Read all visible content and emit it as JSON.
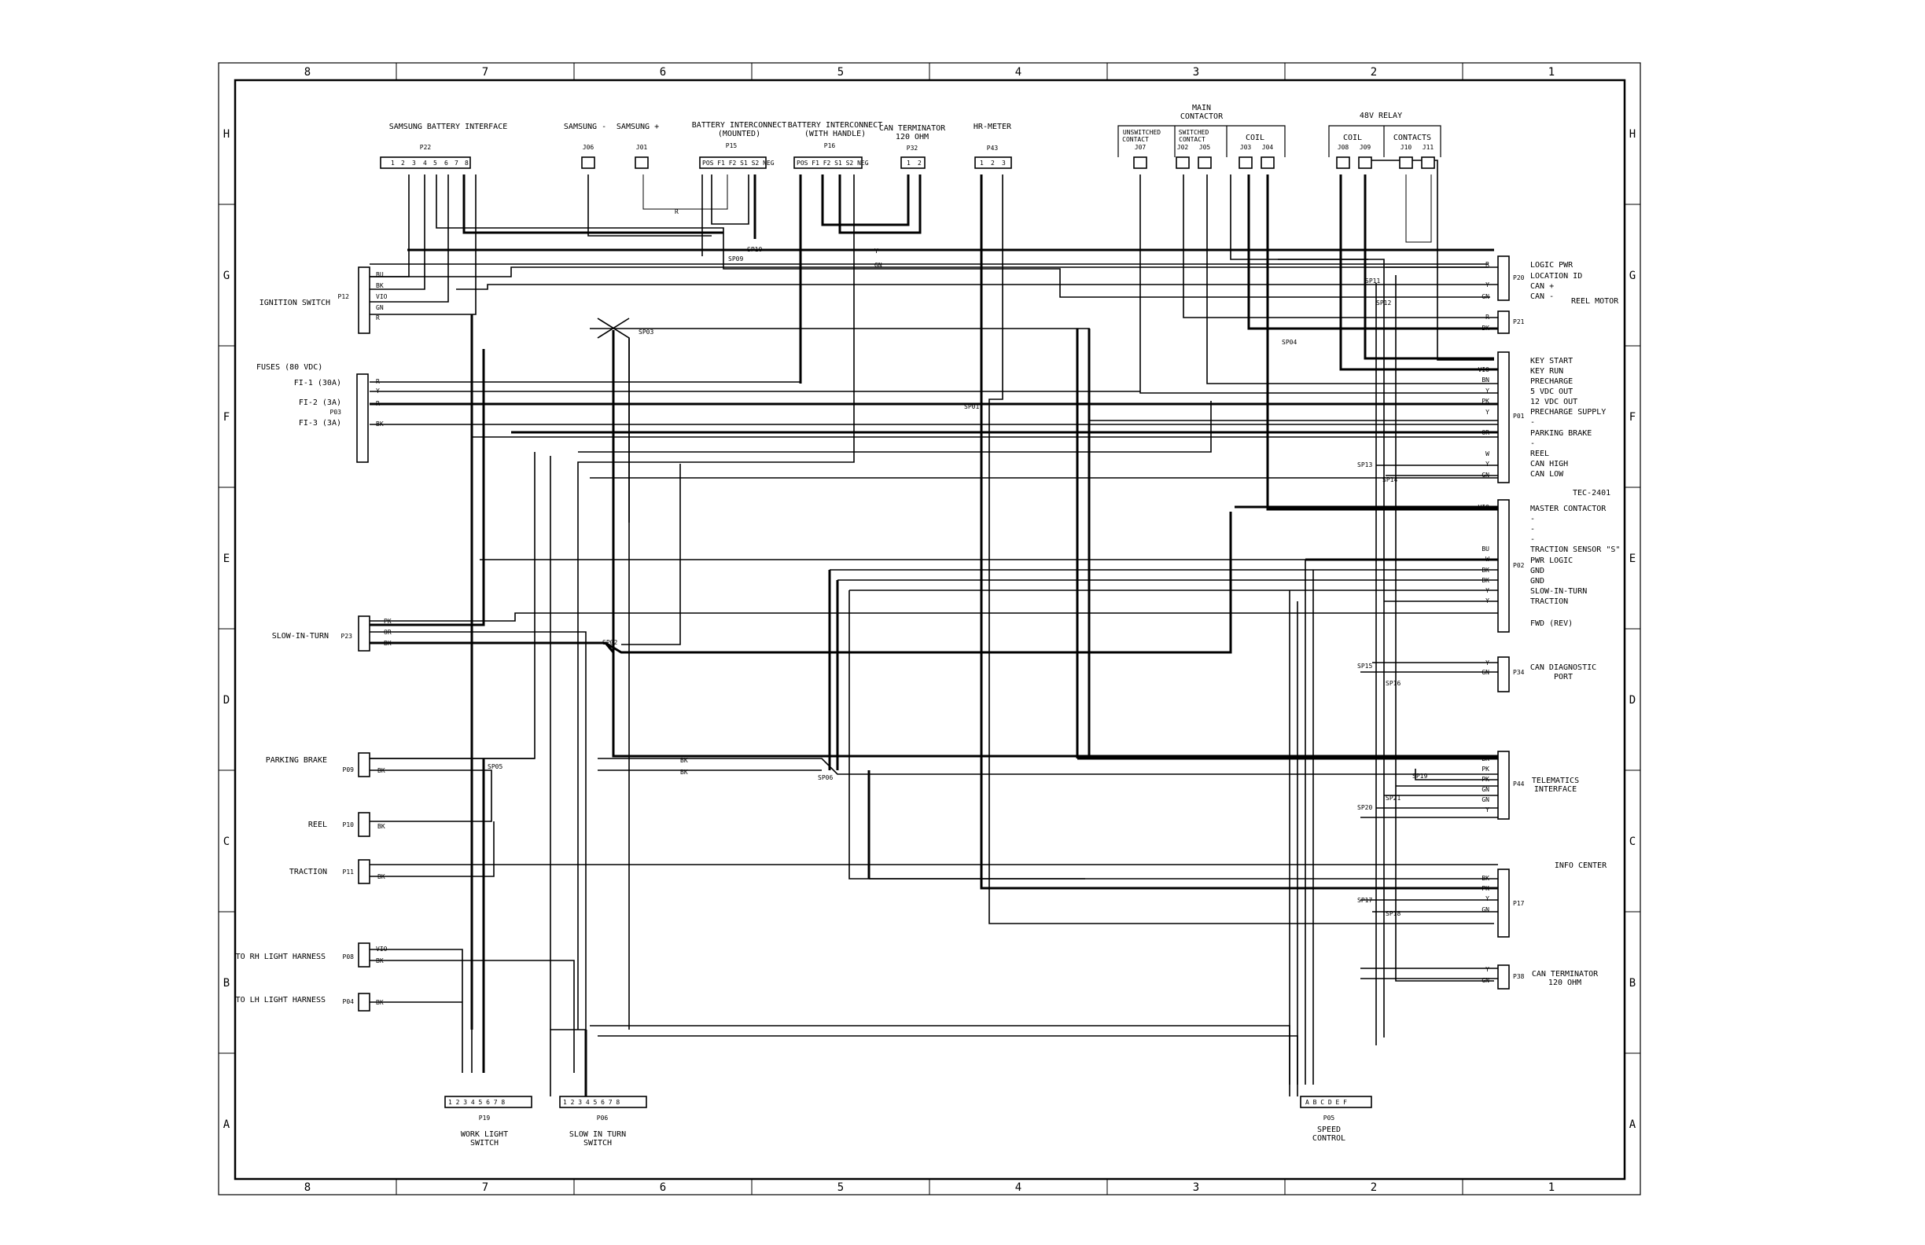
{
  "frame": {
    "columns": [
      "8",
      "7",
      "6",
      "5",
      "4",
      "3",
      "2",
      "1"
    ],
    "rows": [
      "H",
      "G",
      "F",
      "E",
      "D",
      "C",
      "B",
      "A"
    ]
  },
  "top": {
    "samsung_battery_interface": "SAMSUNG BATTERY INTERFACE",
    "p22": "P22",
    "samsung_minus": "SAMSUNG -",
    "samsung_plus": "SAMSUNG +",
    "j06": "J06",
    "j01": "J01",
    "batt_mounted": "BATTERY INTERCONNECT",
    "batt_mounted_sub": "(MOUNTED)",
    "p15": "P15",
    "batt_handle": "BATTERY INTERCONNECT",
    "batt_handle_sub": "(WITH HANDLE)",
    "p16": "P16",
    "pin_hdr": "POS F1  F2  S1  S2  NEG",
    "can_term": "CAN TERMINATOR",
    "can_term_sub": "120 OHM",
    "p32": "P32",
    "hr_meter": "HR-METER",
    "p43": "P43",
    "main": "MAIN",
    "contactor": "CONTACTOR",
    "unswitched": "UNSWITCHED",
    "contact": "CONTACT",
    "switched": "SWITCHED",
    "coil": "COIL",
    "j07": "J07",
    "j02": "J02",
    "j05": "J05",
    "j03": "J03",
    "j04": "J04",
    "relay48": "48V RELAY",
    "contacts": "CONTACTS",
    "j08": "J08",
    "j09": "J09",
    "j10": "J10",
    "j11": "J11"
  },
  "left": {
    "ignition_switch": "IGNITION SWITCH",
    "p12": "P12",
    "fuses": "FUSES (80 VDC)",
    "f1": "FI-1 (30A)",
    "f2": "FI-2 (3A)",
    "p03": "P03",
    "f3": "FI-3 (3A)",
    "slow_in_turn": "SLOW-IN-TURN",
    "p23": "P23",
    "parking_brake": "PARKING BRAKE",
    "p09": "P09",
    "reel": "REEL",
    "p10": "P10",
    "traction": "TRACTION",
    "p11": "P11",
    "rh_light": "TO RH LIGHT HARNESS",
    "p08": "P08",
    "lh_light": "TO LH LIGHT HARNESS",
    "p04": "P04"
  },
  "right": {
    "p20": "P20",
    "logic_pwr": "LOGIC PWR",
    "location_id": "LOCATION ID",
    "can_plus": "CAN +",
    "can_minus": "CAN -",
    "reel_motor": "REEL MOTOR",
    "p21": "P21",
    "p01": "P01",
    "key_start": "KEY START",
    "key_run": "KEY RUN",
    "precharge": "PRECHARGE",
    "v5_out": "5 VDC OUT",
    "v12_out": "12 VDC OUT",
    "precharge_supply": "PRECHARGE SUPPLY",
    "dash": "-",
    "parking_brake": "PARKING BRAKE",
    "reel": "REEL",
    "can_high": "CAN HIGH",
    "can_low": "CAN LOW",
    "tec": "TEC-2401",
    "p02": "P02",
    "master_contactor": "MASTER CONTACTOR",
    "traction_sensor": "TRACTION SENSOR \"S\"",
    "pwr_logic": "PWR LOGIC",
    "gnd": "GND",
    "slow_in_turn": "SLOW-IN-TURN",
    "traction": "TRACTION",
    "fwd_rev": "FWD (REV)",
    "p34": "P34",
    "can_diag": "CAN DIAGNOSTIC",
    "port": "PORT",
    "p44": "P44",
    "telematics": "TELEMATICS",
    "interface": "INTERFACE",
    "info_center": "INFO CENTER",
    "p17": "P17",
    "p38": "P38",
    "can_term": "CAN TERMINATOR",
    "can_term_sub": "120 OHM"
  },
  "bottom": {
    "p19": "P19",
    "work_light": "WORK LIGHT",
    "switch": "SWITCH",
    "p06": "P06",
    "slow_turn": "SLOW IN TURN",
    "switch2": "SWITCH",
    "p05": "P05",
    "speed": "SPEED",
    "control": "CONTROL"
  },
  "splices": {
    "sp01": "SP01",
    "sp02": "SP02",
    "sp03": "SP03",
    "sp04": "SP04",
    "sp05": "SP05",
    "sp06": "SP06",
    "sp09": "SP09",
    "sp10": "SP10",
    "sp11": "SP11",
    "sp12": "SP12",
    "sp13": "SP13",
    "sp14": "SP14",
    "sp15": "SP15",
    "sp16": "SP16",
    "sp17": "SP17",
    "sp18": "SP18",
    "sp19": "SP19",
    "sp20": "SP20",
    "sp21": "SP21"
  },
  "wires": {
    "bu": "BU",
    "bk": "BK",
    "vio": "VIO",
    "gn": "GN",
    "r": "R",
    "y": "Y",
    "pk": "PK",
    "or": "OR",
    "bn": "BN",
    "w": "W"
  }
}
